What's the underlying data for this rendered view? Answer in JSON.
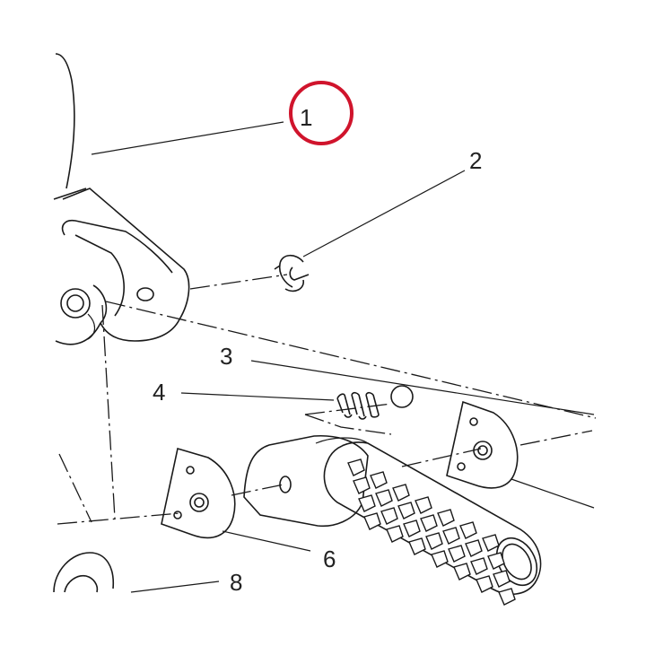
{
  "labels": {
    "part_1": "1",
    "part_2": "2",
    "part_3": "3",
    "part_4": "4",
    "part_6": "6",
    "part_8": "8"
  },
  "highlight": {
    "part": "1",
    "color": "#d0142c"
  }
}
